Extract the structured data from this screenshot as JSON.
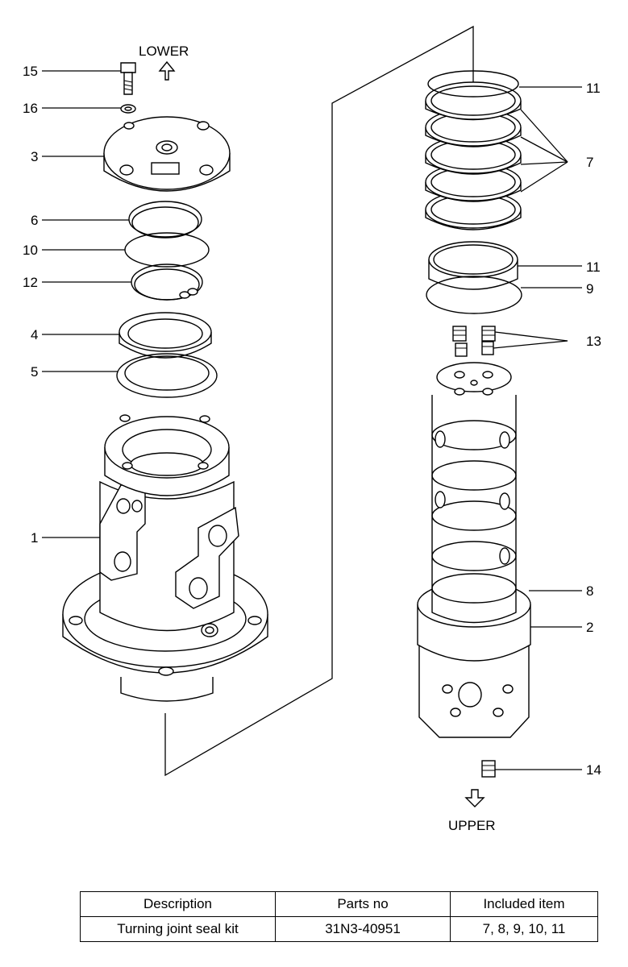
{
  "directions": {
    "lower": "LOWER",
    "upper": "UPPER"
  },
  "callouts": {
    "c15": "15",
    "c16": "16",
    "c3": "3",
    "c6": "6",
    "c10": "10",
    "c12": "12",
    "c4": "4",
    "c5": "5",
    "c1": "1",
    "c11a": "11",
    "c7": "7",
    "c11b": "11",
    "c9": "9",
    "c13": "13",
    "c8": "8",
    "c2": "2",
    "c14": "14"
  },
  "table": {
    "headers": [
      "Description",
      "Parts no",
      "Included item"
    ],
    "rows": [
      [
        "Turning joint seal kit",
        "31N3-40951",
        "7, 8, 9, 10, 11"
      ]
    ]
  }
}
